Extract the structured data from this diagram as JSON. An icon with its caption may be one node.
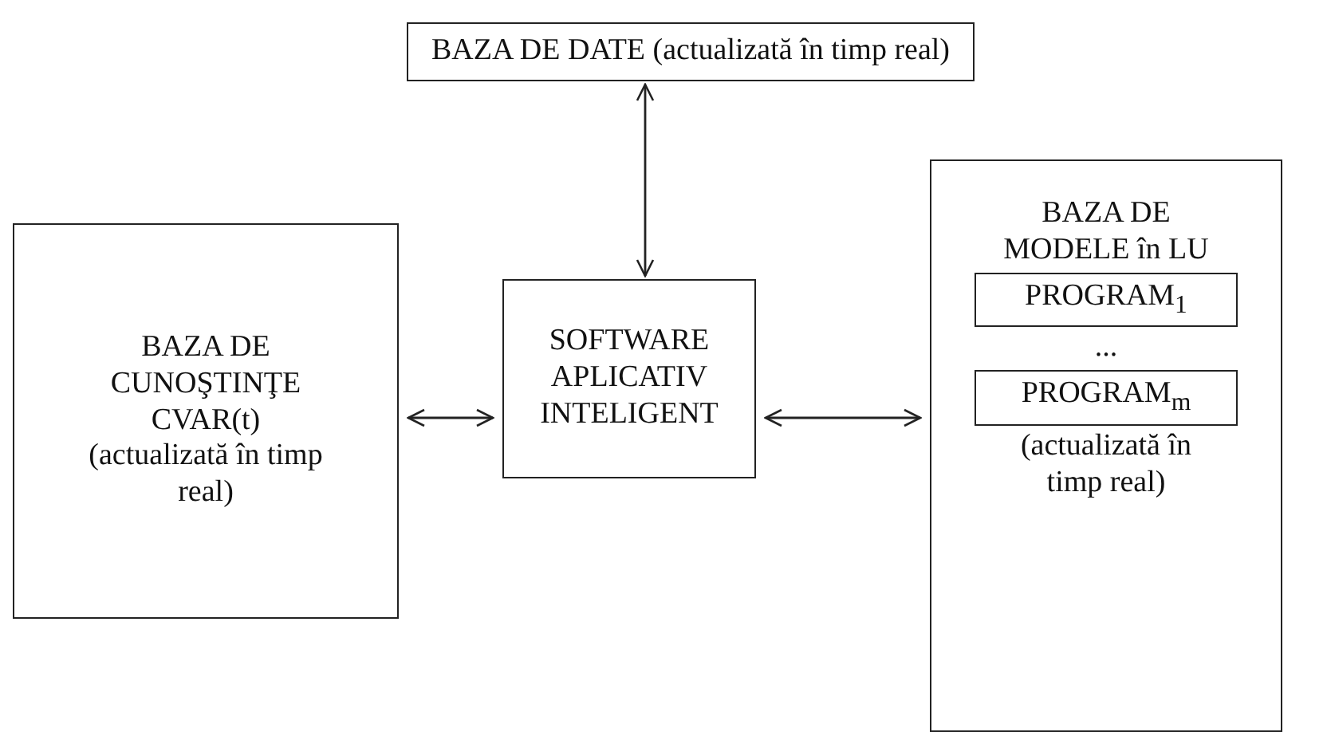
{
  "diagram": {
    "nodes": [
      {
        "text": [
          "BAZA DE DATE (actualizată în timp real)"
        ]
      },
      {
        "text": [
          "BAZA DE CUNOŞTINŢE CVAR(t)",
          "(actualizată în timp real)"
        ]
      },
      {
        "text": [
          "SOFTWARE APLICATIV INTELIGENT"
        ]
      },
      {
        "text": [
          "BAZA DE MODELE în LU",
          "...",
          "(actualizată în timp real)"
        ]
      },
      {
        "text": [
          "PROGRAM$_{1}$"
        ],
        "in": 3
      },
      {
        "text": [
          "PROGRAM$_{m}$"
        ],
        "in": 3
      }
    ],
    "edges": [
      {
        "from": 0,
        "to": 2,
        "arrow": "both"
      },
      {
        "from": 1,
        "to": 2,
        "arrow": "both"
      },
      {
        "from": 2,
        "to": 3,
        "arrow": "both"
      }
    ]
  }
}
